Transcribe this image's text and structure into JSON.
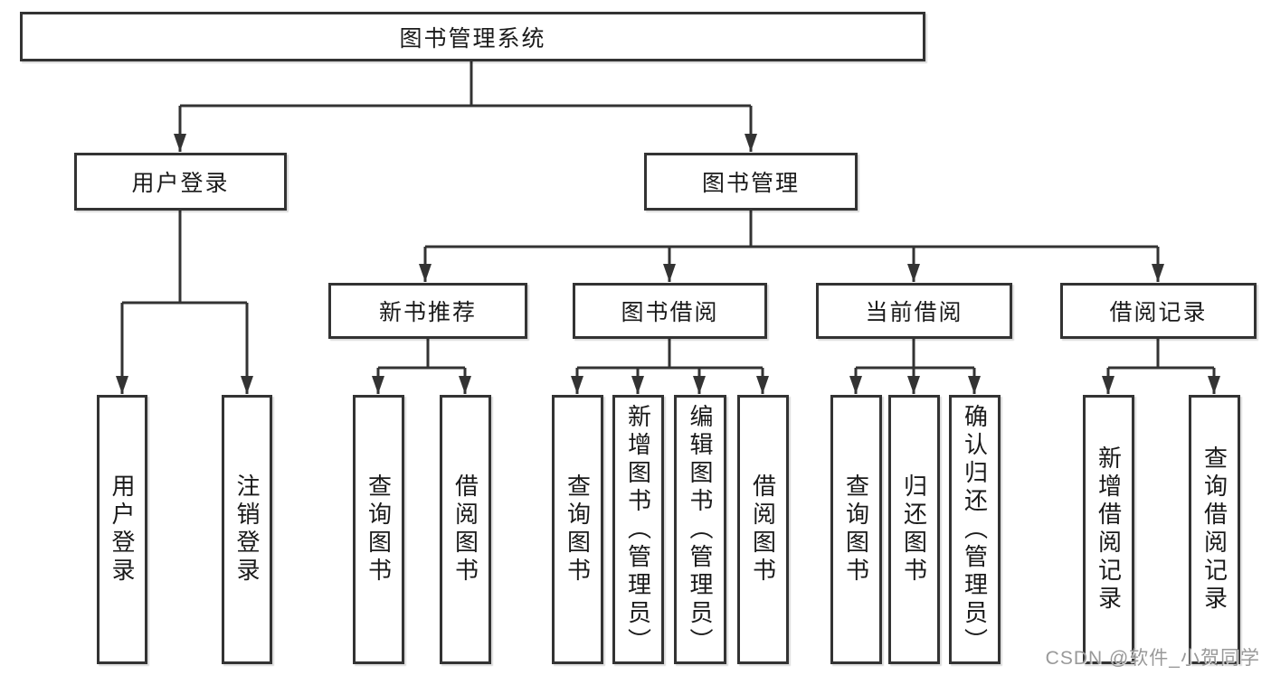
{
  "tree": {
    "label": "图书管理系统",
    "children": [
      {
        "label": "用户登录",
        "children": [
          {
            "label": "用户登录"
          },
          {
            "label": "注销登录"
          }
        ]
      },
      {
        "label": "图书管理",
        "children": [
          {
            "label": "新书推荐",
            "children": [
              {
                "label": "查询图书"
              },
              {
                "label": "借阅图书"
              }
            ]
          },
          {
            "label": "图书借阅",
            "children": [
              {
                "label": "查询图书"
              },
              {
                "label": "新增图书（管理员）"
              },
              {
                "label": "编辑图书（管理员）"
              },
              {
                "label": "借阅图书"
              }
            ]
          },
          {
            "label": "当前借阅",
            "children": [
              {
                "label": "查询图书"
              },
              {
                "label": "归还图书"
              },
              {
                "label": "确认归还（管理员）"
              }
            ]
          },
          {
            "label": "借阅记录",
            "children": [
              {
                "label": "新增借阅记录"
              },
              {
                "label": "查询借阅记录"
              }
            ]
          }
        ]
      }
    ]
  },
  "watermark": "CSDN @软件_小贺同学",
  "colors": {
    "line": "#333333",
    "box_border": "#333333",
    "box_fill": "#ffffff",
    "text": "#1a1a1a",
    "watermark": "#949494",
    "background": "#ffffff"
  }
}
